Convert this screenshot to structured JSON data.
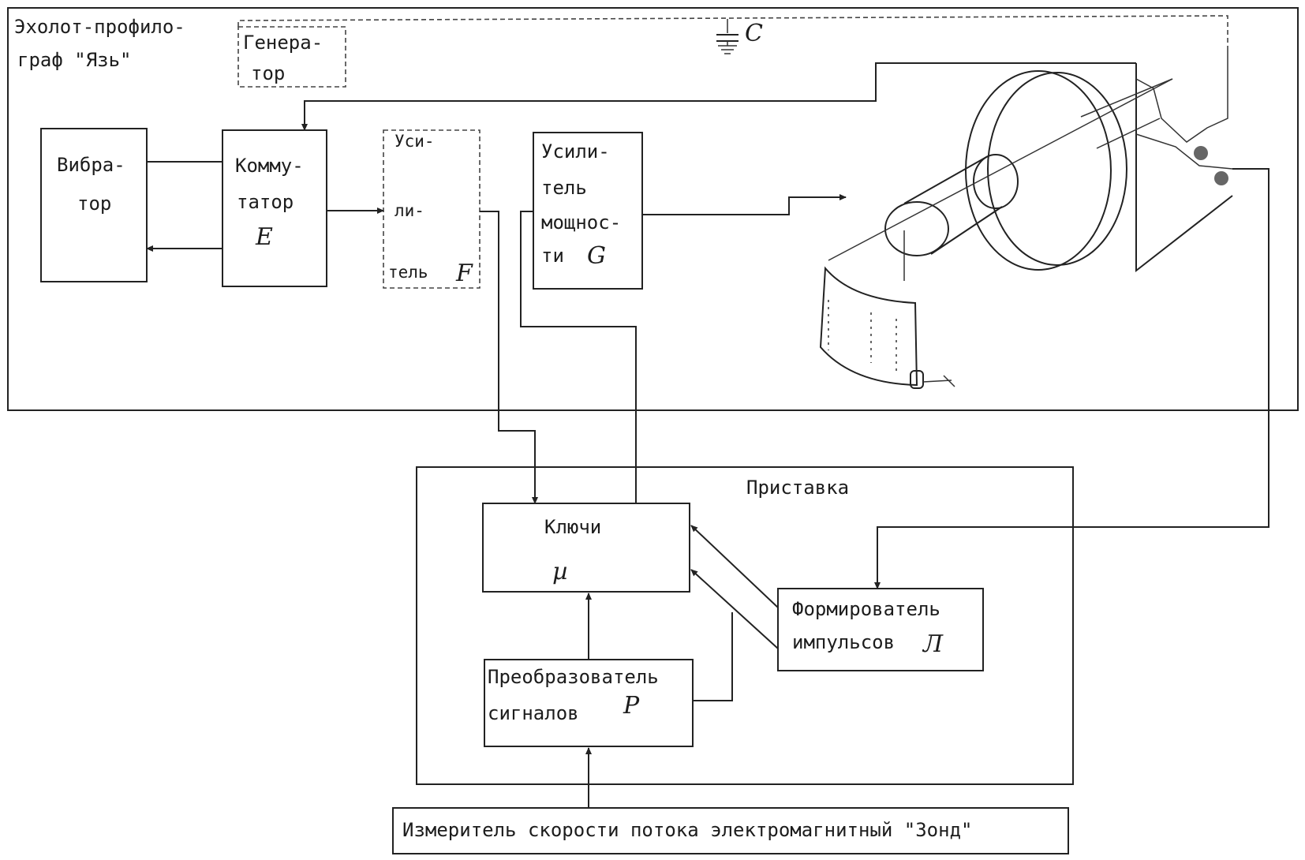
{
  "system": {
    "title_line1": "Эхолот-профило-",
    "title_line2": "граф \"Язь\""
  },
  "blocks": {
    "generator": {
      "line1": "Генера-",
      "line2": "тор"
    },
    "capacitor_label": "C",
    "vibrator": {
      "line1": "Вибра-",
      "line2": "тор"
    },
    "commutator": {
      "line1": "Комму-",
      "line2": "татор",
      "letter": "E"
    },
    "amplifier_f": {
      "line1": "Уси-",
      "line2": "ли-",
      "line3": "тель",
      "letter": "F"
    },
    "power_amp": {
      "line1": "Усили-",
      "line2": "тель",
      "line3": "мощнос-",
      "line4": "ти",
      "letter": "G"
    }
  },
  "attachment": {
    "title": "Приставка",
    "keys": {
      "label": "Ключи",
      "letter": "µ"
    },
    "pulse_former": {
      "line1": "Формирователь",
      "line2": "импульсов",
      "letter": "Л"
    },
    "converter": {
      "line1": "Преобразователь",
      "line2": "сигналов",
      "letter": "Р"
    }
  },
  "meter": {
    "label": "Измеритель скорости потока электромагнитный \"Зонд\""
  },
  "colors": {
    "ink": "#1c1c1c",
    "paper": "#ffffff"
  }
}
